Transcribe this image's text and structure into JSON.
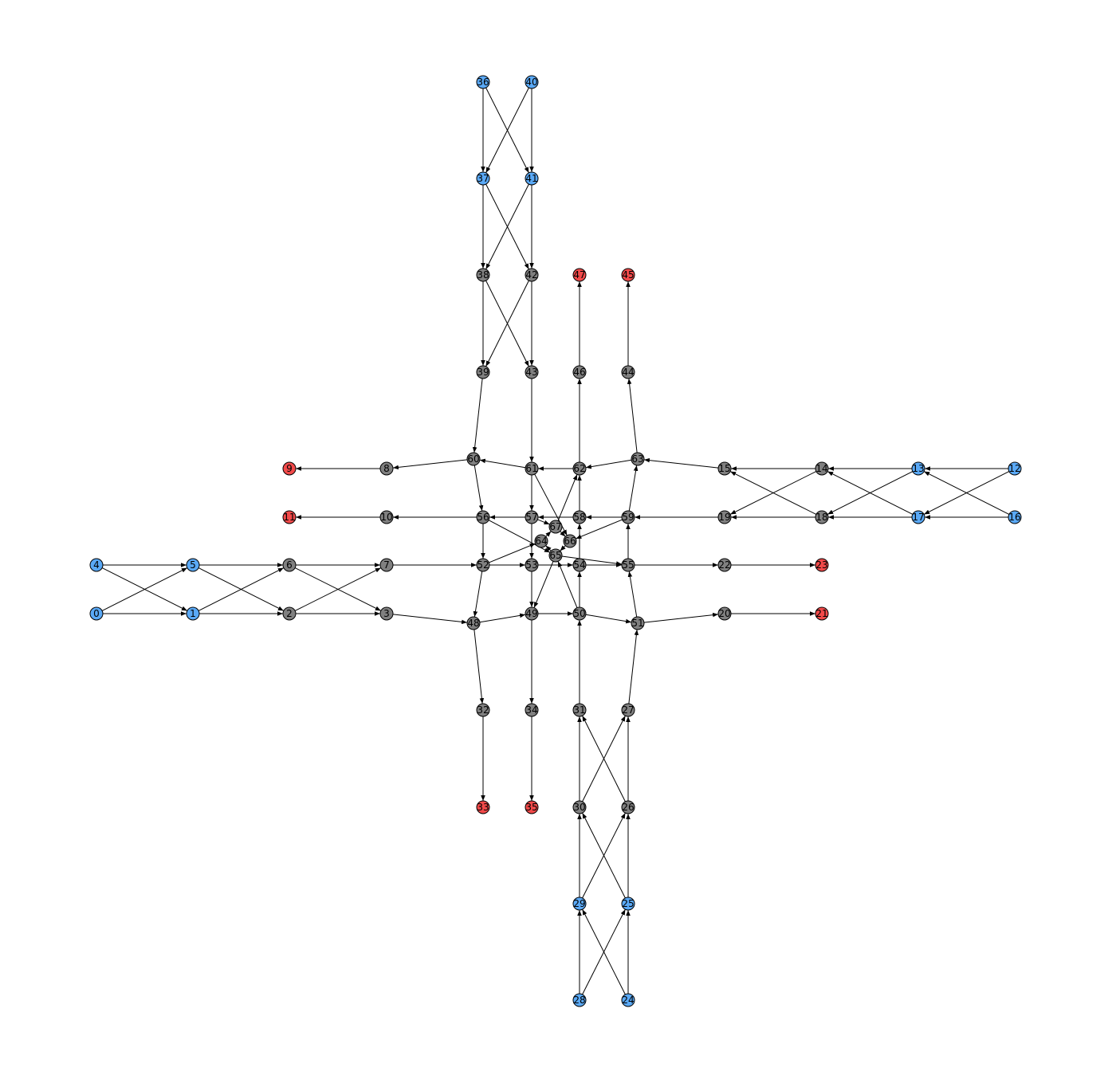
{
  "colors": {
    "source": "#5aa9f6",
    "sink": "#f24a4a",
    "internal": "#808080"
  },
  "graph": {
    "nodes": [
      {
        "id": "0",
        "type": "source"
      },
      {
        "id": "1",
        "type": "source"
      },
      {
        "id": "2",
        "type": "internal"
      },
      {
        "id": "3",
        "type": "internal"
      },
      {
        "id": "4",
        "type": "source"
      },
      {
        "id": "5",
        "type": "source"
      },
      {
        "id": "6",
        "type": "internal"
      },
      {
        "id": "7",
        "type": "internal"
      },
      {
        "id": "8",
        "type": "internal"
      },
      {
        "id": "9",
        "type": "sink"
      },
      {
        "id": "10",
        "type": "internal"
      },
      {
        "id": "11",
        "type": "sink"
      },
      {
        "id": "12",
        "type": "source"
      },
      {
        "id": "13",
        "type": "source"
      },
      {
        "id": "14",
        "type": "internal"
      },
      {
        "id": "15",
        "type": "internal"
      },
      {
        "id": "16",
        "type": "source"
      },
      {
        "id": "17",
        "type": "source"
      },
      {
        "id": "18",
        "type": "internal"
      },
      {
        "id": "19",
        "type": "internal"
      },
      {
        "id": "20",
        "type": "internal"
      },
      {
        "id": "21",
        "type": "sink"
      },
      {
        "id": "22",
        "type": "internal"
      },
      {
        "id": "23",
        "type": "sink"
      },
      {
        "id": "24",
        "type": "source"
      },
      {
        "id": "25",
        "type": "source"
      },
      {
        "id": "26",
        "type": "internal"
      },
      {
        "id": "27",
        "type": "internal"
      },
      {
        "id": "28",
        "type": "source"
      },
      {
        "id": "29",
        "type": "source"
      },
      {
        "id": "30",
        "type": "internal"
      },
      {
        "id": "31",
        "type": "internal"
      },
      {
        "id": "32",
        "type": "internal"
      },
      {
        "id": "33",
        "type": "sink"
      },
      {
        "id": "34",
        "type": "internal"
      },
      {
        "id": "35",
        "type": "sink"
      },
      {
        "id": "36",
        "type": "source"
      },
      {
        "id": "37",
        "type": "source"
      },
      {
        "id": "38",
        "type": "internal"
      },
      {
        "id": "39",
        "type": "internal"
      },
      {
        "id": "40",
        "type": "source"
      },
      {
        "id": "41",
        "type": "source"
      },
      {
        "id": "42",
        "type": "internal"
      },
      {
        "id": "43",
        "type": "internal"
      },
      {
        "id": "44",
        "type": "internal"
      },
      {
        "id": "45",
        "type": "sink"
      },
      {
        "id": "46",
        "type": "internal"
      },
      {
        "id": "47",
        "type": "sink"
      },
      {
        "id": "48",
        "type": "internal"
      },
      {
        "id": "49",
        "type": "internal"
      },
      {
        "id": "50",
        "type": "internal"
      },
      {
        "id": "51",
        "type": "internal"
      },
      {
        "id": "52",
        "type": "internal"
      },
      {
        "id": "53",
        "type": "internal"
      },
      {
        "id": "54",
        "type": "internal"
      },
      {
        "id": "55",
        "type": "internal"
      },
      {
        "id": "56",
        "type": "internal"
      },
      {
        "id": "57",
        "type": "internal"
      },
      {
        "id": "58",
        "type": "internal"
      },
      {
        "id": "59",
        "type": "internal"
      },
      {
        "id": "60",
        "type": "internal"
      },
      {
        "id": "61",
        "type": "internal"
      },
      {
        "id": "62",
        "type": "internal"
      },
      {
        "id": "63",
        "type": "internal"
      },
      {
        "id": "64",
        "type": "internal"
      },
      {
        "id": "65",
        "type": "internal"
      },
      {
        "id": "66",
        "type": "internal"
      },
      {
        "id": "67",
        "type": "internal"
      }
    ],
    "edges": [
      [
        "0",
        "1"
      ],
      [
        "0",
        "5"
      ],
      [
        "4",
        "5"
      ],
      [
        "4",
        "1"
      ],
      [
        "1",
        "2"
      ],
      [
        "1",
        "6"
      ],
      [
        "5",
        "6"
      ],
      [
        "5",
        "2"
      ],
      [
        "2",
        "3"
      ],
      [
        "2",
        "7"
      ],
      [
        "6",
        "7"
      ],
      [
        "6",
        "3"
      ],
      [
        "3",
        "48"
      ],
      [
        "7",
        "52"
      ],
      [
        "12",
        "13"
      ],
      [
        "12",
        "17"
      ],
      [
        "16",
        "17"
      ],
      [
        "16",
        "13"
      ],
      [
        "13",
        "14"
      ],
      [
        "13",
        "18"
      ],
      [
        "17",
        "18"
      ],
      [
        "17",
        "14"
      ],
      [
        "14",
        "15"
      ],
      [
        "14",
        "19"
      ],
      [
        "18",
        "19"
      ],
      [
        "18",
        "15"
      ],
      [
        "15",
        "63"
      ],
      [
        "19",
        "59"
      ],
      [
        "28",
        "29"
      ],
      [
        "28",
        "25"
      ],
      [
        "24",
        "25"
      ],
      [
        "24",
        "29"
      ],
      [
        "29",
        "30"
      ],
      [
        "29",
        "26"
      ],
      [
        "25",
        "26"
      ],
      [
        "25",
        "30"
      ],
      [
        "30",
        "31"
      ],
      [
        "30",
        "27"
      ],
      [
        "26",
        "27"
      ],
      [
        "26",
        "31"
      ],
      [
        "31",
        "50"
      ],
      [
        "27",
        "51"
      ],
      [
        "36",
        "37"
      ],
      [
        "36",
        "41"
      ],
      [
        "40",
        "41"
      ],
      [
        "40",
        "37"
      ],
      [
        "37",
        "38"
      ],
      [
        "37",
        "42"
      ],
      [
        "41",
        "42"
      ],
      [
        "41",
        "38"
      ],
      [
        "38",
        "39"
      ],
      [
        "38",
        "43"
      ],
      [
        "42",
        "43"
      ],
      [
        "42",
        "39"
      ],
      [
        "39",
        "60"
      ],
      [
        "43",
        "61"
      ],
      [
        "60",
        "8"
      ],
      [
        "8",
        "9"
      ],
      [
        "56",
        "10"
      ],
      [
        "10",
        "11"
      ],
      [
        "55",
        "22"
      ],
      [
        "22",
        "23"
      ],
      [
        "51",
        "20"
      ],
      [
        "20",
        "21"
      ],
      [
        "48",
        "32"
      ],
      [
        "32",
        "33"
      ],
      [
        "49",
        "34"
      ],
      [
        "34",
        "35"
      ],
      [
        "62",
        "46"
      ],
      [
        "46",
        "47"
      ],
      [
        "63",
        "44"
      ],
      [
        "44",
        "45"
      ],
      [
        "48",
        "49"
      ],
      [
        "49",
        "50"
      ],
      [
        "50",
        "51"
      ],
      [
        "52",
        "53"
      ],
      [
        "53",
        "54"
      ],
      [
        "54",
        "55"
      ],
      [
        "61",
        "60"
      ],
      [
        "62",
        "61"
      ],
      [
        "63",
        "62"
      ],
      [
        "59",
        "58"
      ],
      [
        "58",
        "57"
      ],
      [
        "57",
        "56"
      ],
      [
        "60",
        "56"
      ],
      [
        "56",
        "52"
      ],
      [
        "52",
        "48"
      ],
      [
        "61",
        "57"
      ],
      [
        "57",
        "53"
      ],
      [
        "53",
        "49"
      ],
      [
        "50",
        "54"
      ],
      [
        "54",
        "58"
      ],
      [
        "58",
        "62"
      ],
      [
        "51",
        "55"
      ],
      [
        "55",
        "59"
      ],
      [
        "59",
        "63"
      ],
      [
        "52",
        "64"
      ],
      [
        "64",
        "67"
      ],
      [
        "67",
        "66"
      ],
      [
        "66",
        "65"
      ],
      [
        "65",
        "64"
      ],
      [
        "61",
        "66"
      ],
      [
        "59",
        "66"
      ],
      [
        "56",
        "65"
      ],
      [
        "65",
        "55"
      ],
      [
        "65",
        "49"
      ],
      [
        "50",
        "65"
      ],
      [
        "67",
        "62"
      ],
      [
        "57",
        "67"
      ]
    ]
  }
}
